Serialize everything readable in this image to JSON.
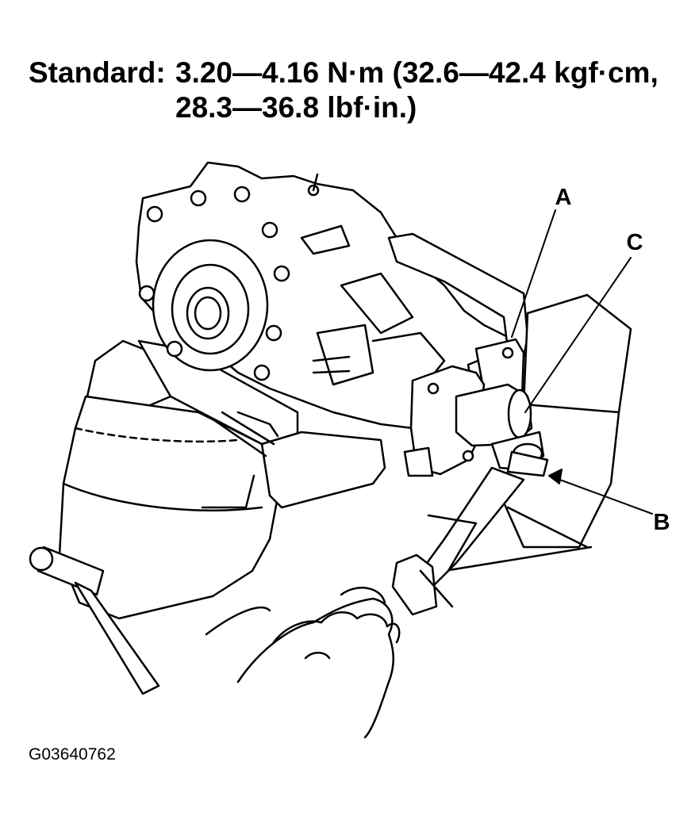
{
  "spec": {
    "label": "Standard:",
    "line1": "3.20—4.16 N·m (32.6—42.4 kgf·cm,",
    "line2": "28.3—36.8 lbf·in.)"
  },
  "callouts": {
    "a": "A",
    "b": "B",
    "c": "C"
  },
  "figure_code": "G03640762"
}
